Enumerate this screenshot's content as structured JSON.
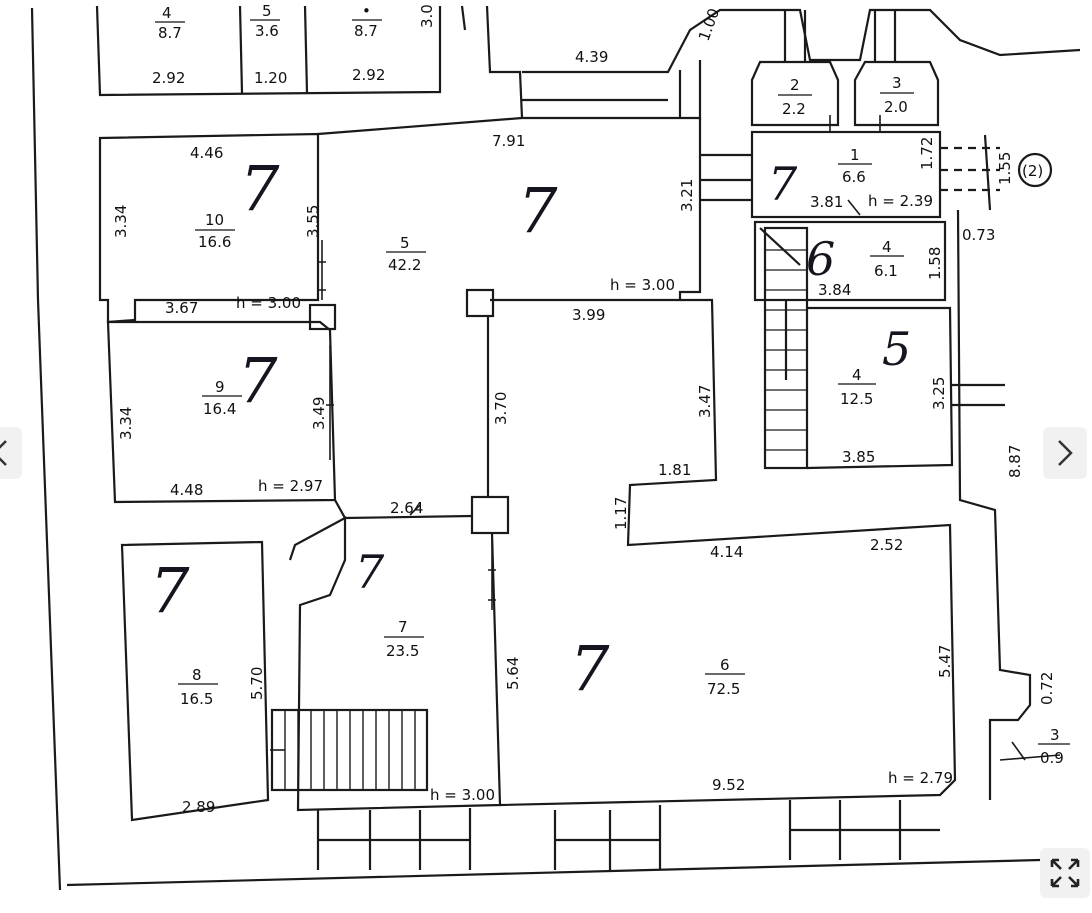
{
  "viewer": {
    "prev_icon": "chevron-left-icon",
    "next_icon": "chevron-right-icon",
    "expand_icon": "expand-icon"
  },
  "plan": {
    "rooms": [
      {
        "id": "r10",
        "number": "10",
        "area": "16.6",
        "category": "7"
      },
      {
        "id": "r9",
        "number": "9",
        "area": "16.4",
        "category": "7"
      },
      {
        "id": "r8",
        "number": "8",
        "area": "16.5",
        "category": "7"
      },
      {
        "id": "r5",
        "number": "5",
        "area": "42.2",
        "category": "7"
      },
      {
        "id": "r7",
        "number": "7",
        "area": "23.5",
        "category": "7"
      },
      {
        "id": "r6",
        "number": "6",
        "area": "72.5",
        "category": "7"
      },
      {
        "id": "r1",
        "number": "1",
        "area": "6.6",
        "category": "7"
      },
      {
        "id": "r4a",
        "number": "4",
        "area": "6.1",
        "category": "6"
      },
      {
        "id": "r4b",
        "number": "4",
        "area": "12.5",
        "category": "5"
      },
      {
        "id": "r2",
        "number": "2",
        "area": "2.2"
      },
      {
        "id": "r3",
        "number": "3",
        "area": "2.0"
      },
      {
        "id": "r3b",
        "number": "3",
        "area": "0.9"
      },
      {
        "id": "t1",
        "number": "4",
        "area": "8.7"
      },
      {
        "id": "t2",
        "number": "5",
        "area": "3.6"
      },
      {
        "id": "t3",
        "number": "•",
        "area": "8.7"
      }
    ],
    "dimensions": {
      "d_292a": "2.92",
      "d_120": "1.20",
      "d_292b": "2.92",
      "d_439": "4.39",
      "d_100": "1.00",
      "d_30": "3.0",
      "d_791": "7.91",
      "d_446": "4.46",
      "d_334a": "3.34",
      "d_355": "3.55",
      "d_367": "3.67",
      "d_h300a": "h = 3.00",
      "d_334b": "3.34",
      "d_349": "3.49",
      "d_448": "4.48",
      "d_h297": "h = 2.97",
      "d_264": "2.64",
      "d_370": "3.70",
      "d_399": "3.99",
      "d_h300b": "h = 3.00",
      "d_321": "3.21",
      "d_347": "3.47",
      "d_181": "1.81",
      "d_117": "1.17",
      "d_414": "4.14",
      "d_252": "2.52",
      "d_570": "5.70",
      "d_564": "5.64",
      "d_547": "5.47",
      "d_289": "2.89",
      "d_h300c": "h = 3.00",
      "d_952": "9.52",
      "d_h279": "h = 2.79",
      "d_172": "1.72",
      "d_155": "1.55",
      "d_2c": "(2)",
      "d_381": "3.81",
      "d_h239": "h = 2.39",
      "d_073": "0.73",
      "d_158": "1.58",
      "d_384": "3.84",
      "d_325": "3.25",
      "d_385": "3.85",
      "d_887": "8.87",
      "d_072": "0.72"
    }
  }
}
